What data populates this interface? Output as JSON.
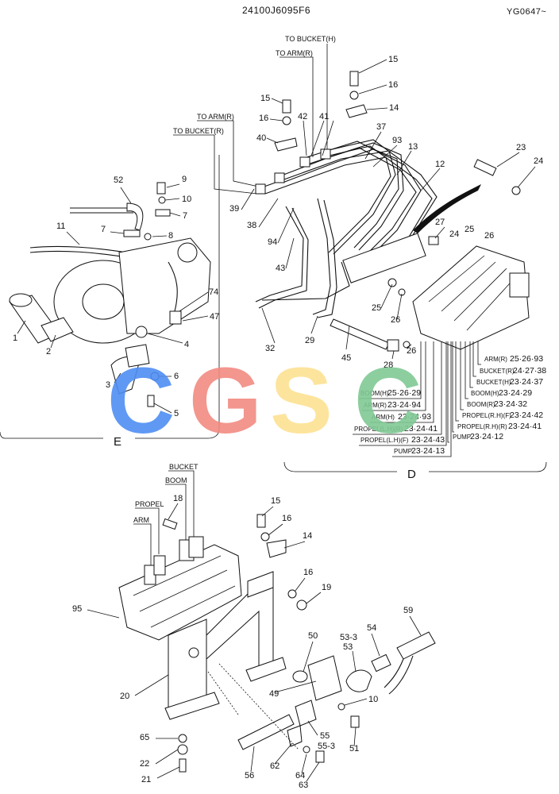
{
  "header": {
    "drawing_number": "24100J6095F6",
    "serial_range": "YG0647~"
  },
  "views": {
    "e": "E",
    "d": "D"
  },
  "watermark": {
    "letters": [
      "C",
      "G",
      "S",
      "C"
    ],
    "colors": [
      "#4f8ef3",
      "#f28b82",
      "#fde293",
      "#81c995"
    ]
  },
  "pipe_tags": {
    "to_bucket_h": "TO BUCKET(H)",
    "to_arm_r_top": "TO ARM(R)",
    "to_arm_r_left": "TO ARM(R)",
    "to_bucket_r": "TO BUCKET(R)"
  },
  "valve_labels": {
    "bucket": "BUCKET",
    "boom": "BOOM",
    "propel": "PROPEL",
    "arm": "ARM"
  },
  "port_refs": {
    "left": [
      {
        "label": "BOOM(H)",
        "ref": "25·26·29"
      },
      {
        "label": "ARM(R)",
        "ref": "23·24·94"
      },
      {
        "label": "ARM(H)",
        "ref": "23·24·93"
      },
      {
        "label": "PROPEL(L.H)(R)",
        "ref": "23·24·41"
      },
      {
        "label": "PROPEL(L.H)(F)",
        "ref": "23·24·43"
      },
      {
        "label": "PUMP",
        "ref": "23·24·13"
      }
    ],
    "right": [
      {
        "label": "ARM(R)",
        "ref": "25·26·93"
      },
      {
        "label": "BUCKET(R)",
        "ref": "24·27·38"
      },
      {
        "label": "BUCKET(H)",
        "ref": "23·24·37"
      },
      {
        "label": "BOOM(H)",
        "ref": "23·24·29"
      },
      {
        "label": "BOOM(R)",
        "ref": "23·24·32"
      },
      {
        "label": "PROPEL(R.H)(F)",
        "ref": "23·24·42"
      },
      {
        "label": "PROPEL(R.H)(R)",
        "ref": "23·24·41"
      },
      {
        "label": "PUMP",
        "ref": "23·24·12"
      }
    ]
  },
  "callouts": {
    "view_e": [
      "52",
      "9",
      "10",
      "7",
      "11",
      "7",
      "8",
      "74",
      "47",
      "4",
      "1",
      "2",
      "6",
      "3",
      "5"
    ],
    "view_d": [
      "15",
      "16",
      "14",
      "15",
      "16",
      "42",
      "41",
      "37",
      "93",
      "13",
      "40",
      "12",
      "23",
      "24",
      "39",
      "38",
      "94",
      "27",
      "24",
      "25",
      "26",
      "43",
      "25",
      "26",
      "32",
      "29",
      "45",
      "28",
      "26"
    ],
    "lower": [
      "18",
      "15",
      "16",
      "14",
      "16",
      "19",
      "95",
      "59",
      "50",
      "54",
      "53-3",
      "53",
      "20",
      "49",
      "10",
      "65",
      "55",
      "55-3",
      "51",
      "22",
      "62",
      "64",
      "21",
      "56",
      "63"
    ]
  }
}
